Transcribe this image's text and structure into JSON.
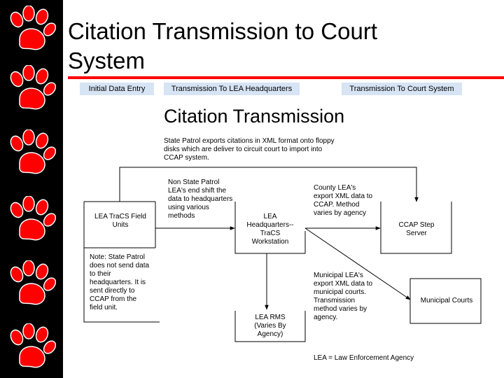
{
  "slide": {
    "title_line1": "Citation Transmission to Court",
    "title_line2": "System",
    "accent_color": "#ff0000",
    "sidebar_icon": "paw-print-icon"
  },
  "headers": {
    "initial": "Initial Data Entry",
    "lea_hq": "Transmission To LEA Headquarters",
    "court": "Transmission To Court System"
  },
  "diagram": {
    "title": "Citation Transmission",
    "state_patrol_note": [
      "State Patrol exports citations in XML format onto floppy",
      "disks which are deliver to circuit court to import into",
      "CCAP system."
    ],
    "non_state_note": [
      "Non State Patrol",
      "LEA's end shift the",
      "data to headquarters",
      "using various",
      "methods"
    ],
    "county_note": [
      "County LEA's",
      "export XML data to",
      "CCAP. Method",
      "varies by agency"
    ],
    "field_units": [
      "LEA TraCS Field",
      "Units"
    ],
    "hq_workstation": [
      "LEA",
      "Headquarters--",
      "TraCS",
      "Workstation"
    ],
    "ccap_server": [
      "CCAP Step",
      "Server"
    ],
    "note_sp": [
      "Note: State Patrol",
      "does not send data",
      "to their",
      "headquarters. It is",
      "sent directly to",
      "CCAP from the",
      "field unit."
    ],
    "municipal_note": [
      "Municipal LEA's",
      "export XML data to",
      "municipal courts.",
      "Transmission",
      "method varies by",
      "agency."
    ],
    "municipal_courts": "Municipal Courts",
    "lea_rms": [
      "LEA RMS",
      "(Varies By",
      "Agency)"
    ],
    "legend": "LEA = Law Enforcement Agency"
  }
}
